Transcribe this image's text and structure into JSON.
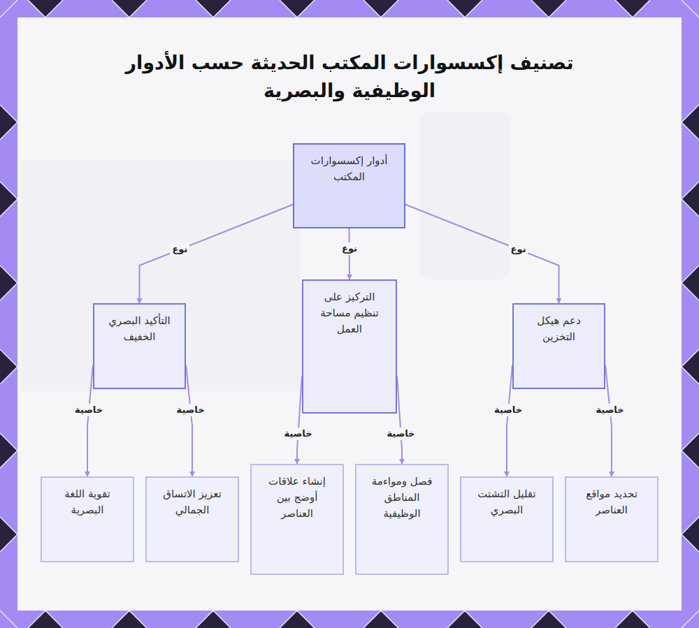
{
  "diagram": {
    "title": "تصنيف إكسسوارات المكتب الحديثة حسب الأدوار الوظيفية والبصرية",
    "nodes": [
      {
        "text": [
          "أدوار إكسسوارات المكتب"
        ]
      },
      {
        "text": [
          "دعم هيكل التخزين"
        ]
      },
      {
        "text": [
          "التركيز على تنظيم مساحة العمل"
        ]
      },
      {
        "text": [
          "التأكيد البصري الخفيف"
        ]
      },
      {
        "text": [
          "تحديد مواقع العناصر"
        ]
      },
      {
        "text": [
          "تقليل التشتت البصري"
        ]
      },
      {
        "text": [
          "فصل ومواءمة المناطق الوظيفية"
        ]
      },
      {
        "text": [
          "إنشاء علاقات أوضح بين العناصر"
        ]
      },
      {
        "text": [
          "تعزيز الاتساق الجمالي"
        ]
      },
      {
        "text": [
          "تقوية اللغة البصرية"
        ]
      }
    ],
    "edges": [
      {
        "from": 0,
        "to": 1,
        "label": "نوع",
        "arrow": "to"
      },
      {
        "from": 0,
        "to": 2,
        "label": "نوع",
        "arrow": "to"
      },
      {
        "from": 0,
        "to": 3,
        "label": "نوع",
        "arrow": "to"
      },
      {
        "from": 1,
        "to": 4,
        "label": "خاصية",
        "arrow": "to"
      },
      {
        "from": 1,
        "to": 5,
        "label": "خاصية",
        "arrow": "to"
      },
      {
        "from": 2,
        "to": 6,
        "label": "خاصية",
        "arrow": "to"
      },
      {
        "from": 2,
        "to": 7,
        "label": "خاصية",
        "arrow": "to"
      },
      {
        "from": 3,
        "to": 8,
        "label": "خاصية",
        "arrow": "to"
      },
      {
        "from": 3,
        "to": 9,
        "label": "خاصية",
        "arrow": "to"
      }
    ]
  }
}
